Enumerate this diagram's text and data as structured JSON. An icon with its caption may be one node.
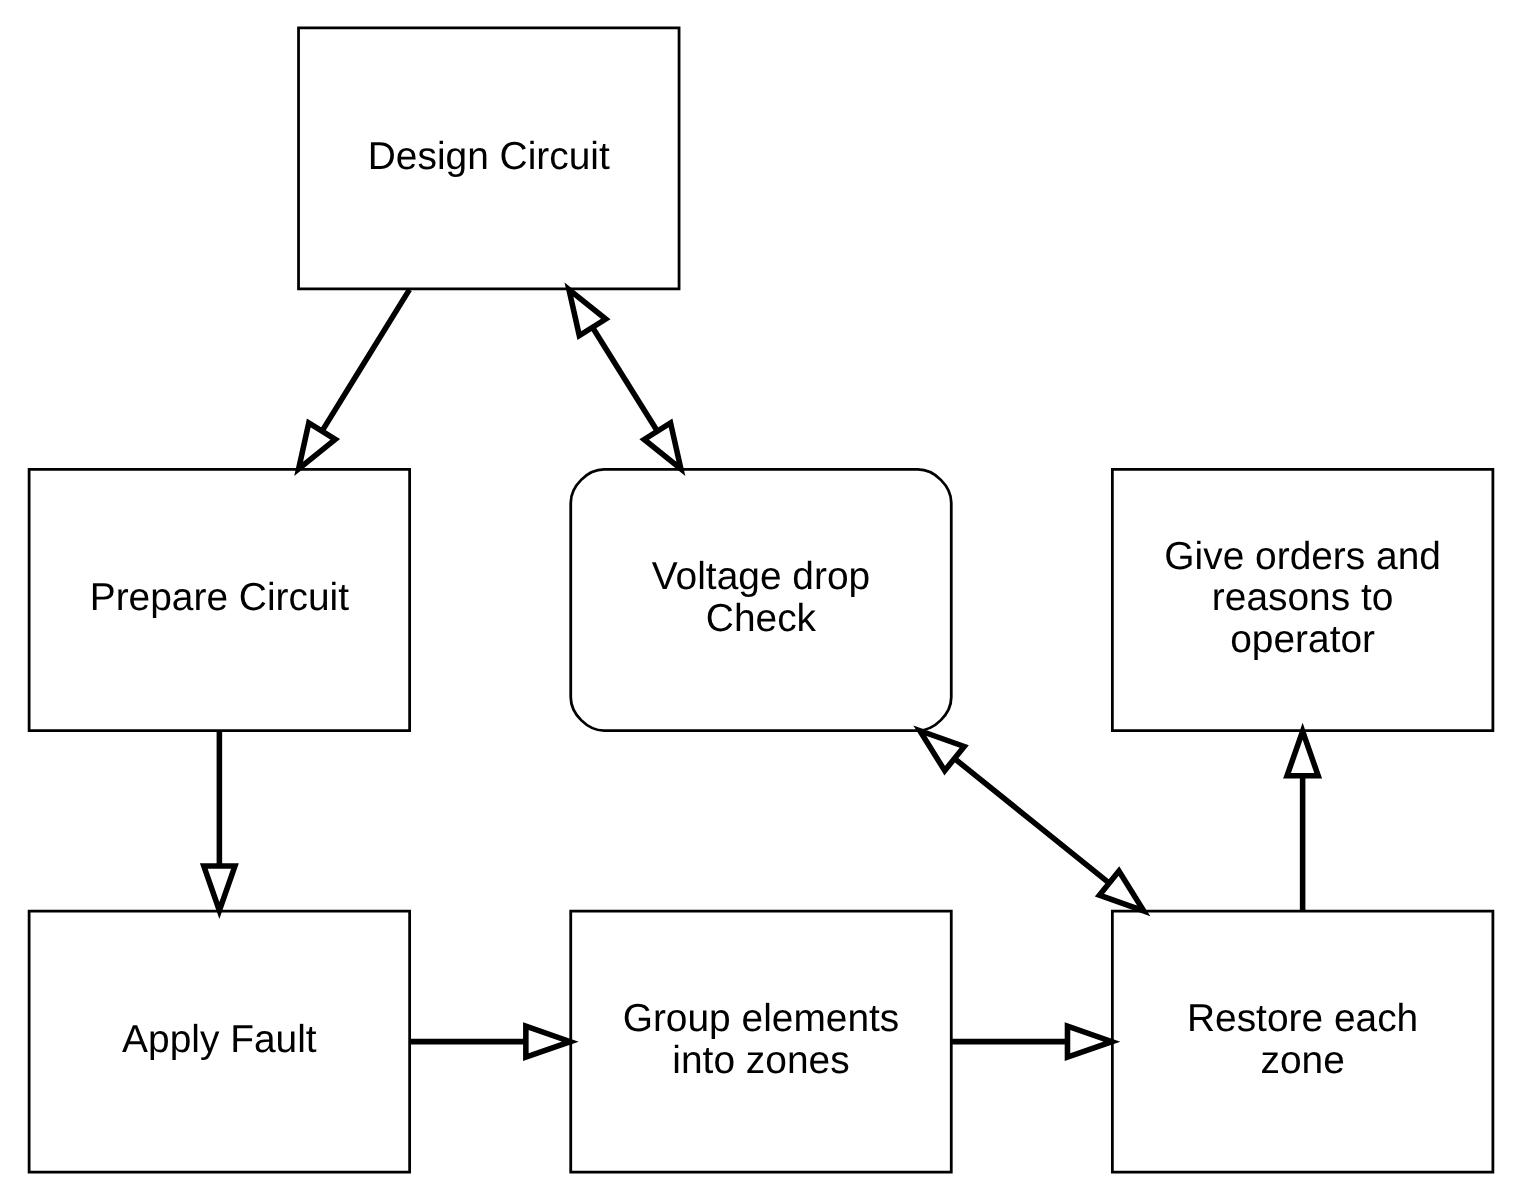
{
  "diagram": {
    "nodes": [
      {
        "text": [
          "Design Circuit"
        ]
      },
      {
        "text": [
          "Prepare Circuit"
        ]
      },
      {
        "text": [
          "Voltage drop Check"
        ]
      },
      {
        "text": [
          "Give orders and reasons to operator"
        ]
      },
      {
        "text": [
          "Apply Fault"
        ]
      },
      {
        "text": [
          "Group elements into zones"
        ]
      },
      {
        "text": [
          "Restore each zone"
        ]
      }
    ],
    "edges": [
      {
        "from": 0,
        "to": 1,
        "arrow": "to"
      },
      {
        "from": 0,
        "to": 2,
        "arrow": "both"
      },
      {
        "from": 1,
        "to": 4,
        "arrow": "to"
      },
      {
        "from": 4,
        "to": 5,
        "arrow": "to"
      },
      {
        "from": 5,
        "to": 6,
        "arrow": "to"
      },
      {
        "from": 2,
        "to": 6,
        "arrow": "both"
      },
      {
        "from": 6,
        "to": 3,
        "arrow": "to"
      }
    ]
  }
}
